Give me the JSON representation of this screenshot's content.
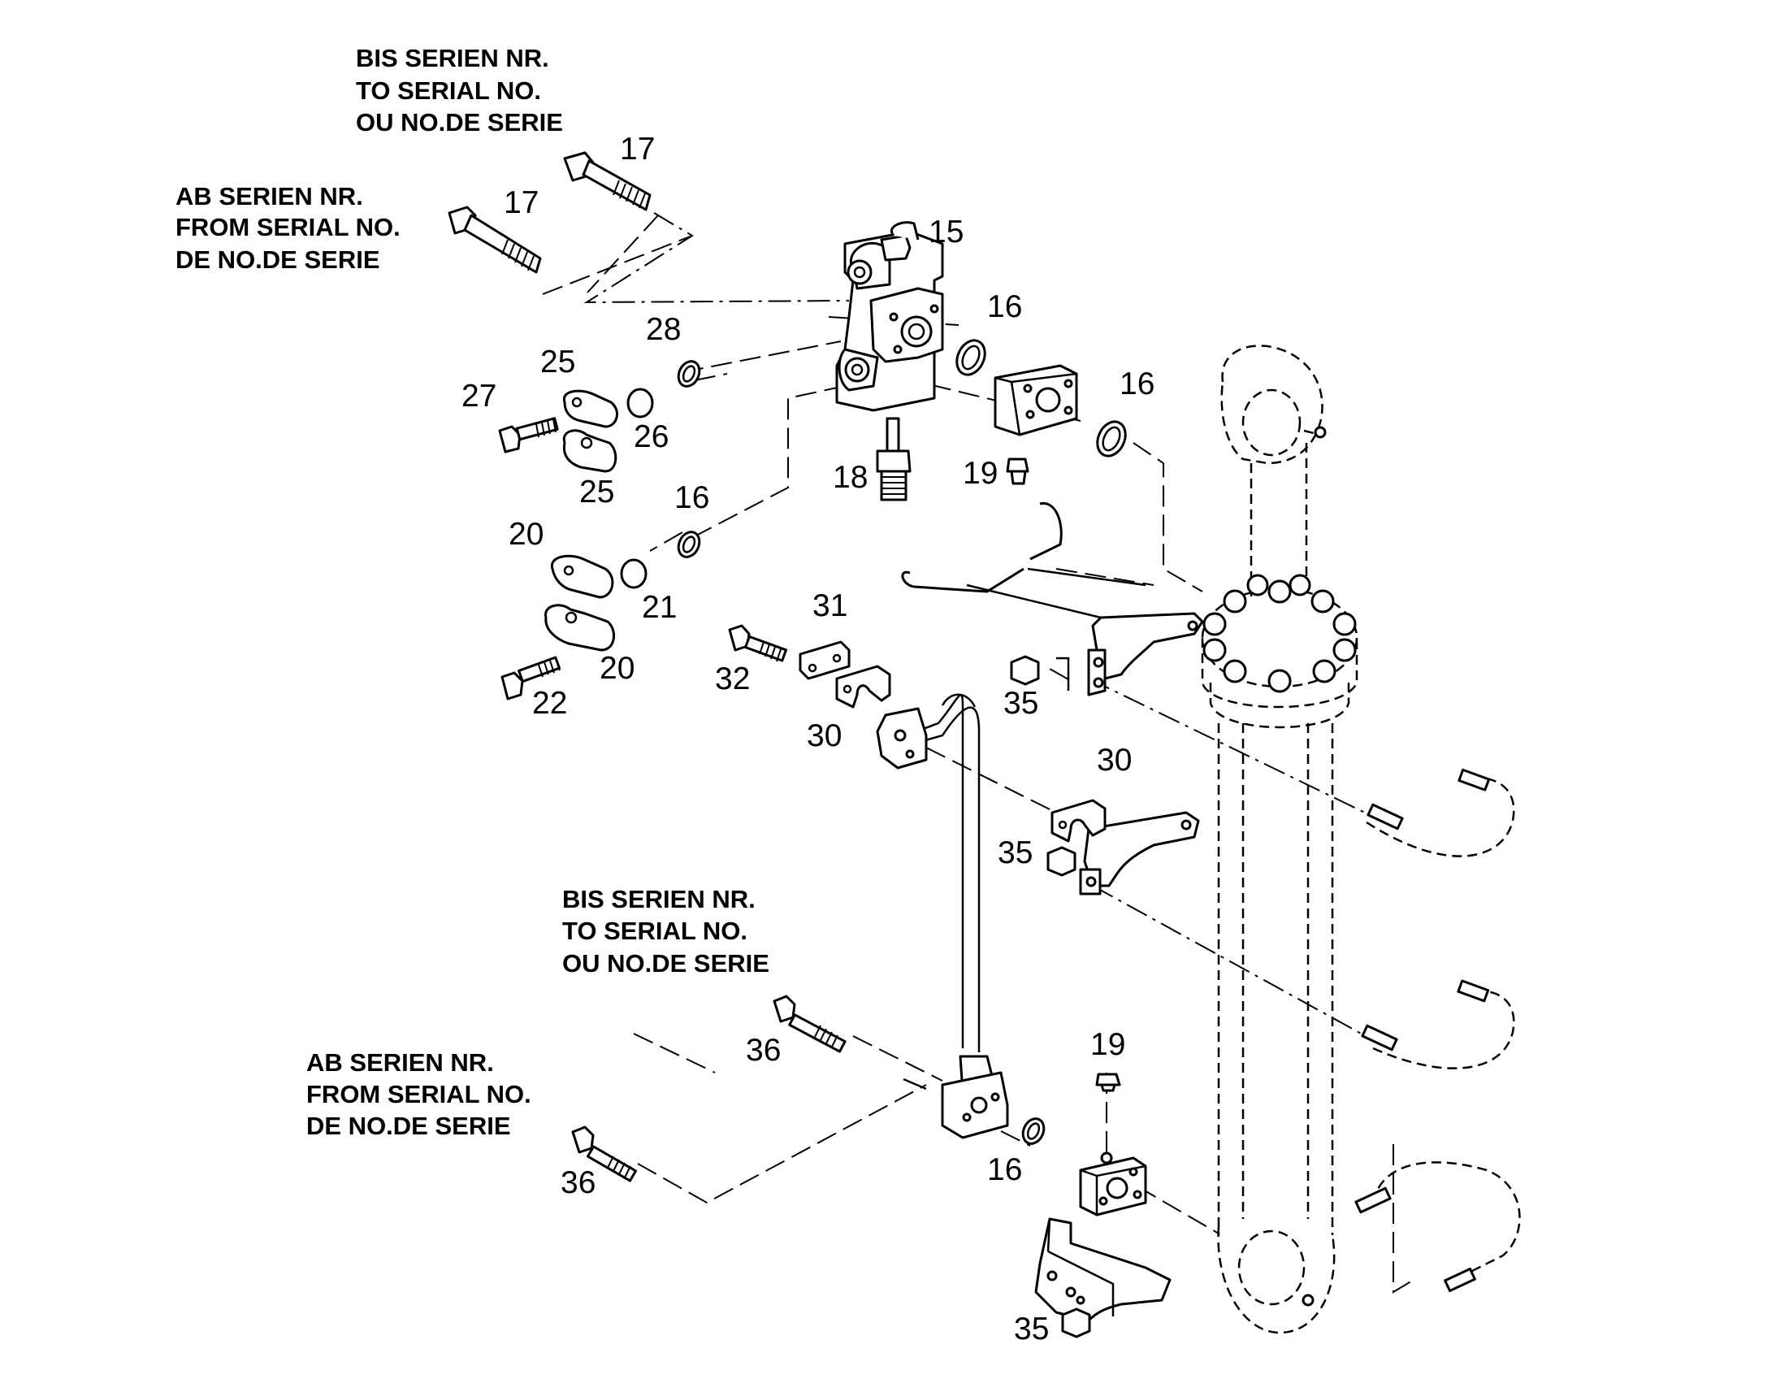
{
  "notes": {
    "top_to": [
      "BIS SERIEN NR.",
      "TO SERIAL NO.",
      "OU NO.DE SERIE"
    ],
    "top_from": [
      "AB SERIEN NR.",
      "FROM SERIAL NO.",
      "DE NO.DE SERIE"
    ],
    "bottom_to": [
      "BIS SERIEN NR.",
      "TO SERIAL NO.",
      "OU NO.DE SERIE"
    ],
    "bottom_from": [
      "AB SERIEN NR.",
      "FROM SERIAL NO.",
      "DE NO.DE SERIE"
    ]
  },
  "callouts": [
    "17",
    "17",
    "15",
    "16",
    "28",
    "25",
    "27",
    "26",
    "16",
    "25",
    "18",
    "19",
    "16",
    "20",
    "21",
    "31",
    "32",
    "20",
    "22",
    "35",
    "30",
    "30",
    "35",
    "19",
    "36",
    "16",
    "36",
    "35"
  ]
}
